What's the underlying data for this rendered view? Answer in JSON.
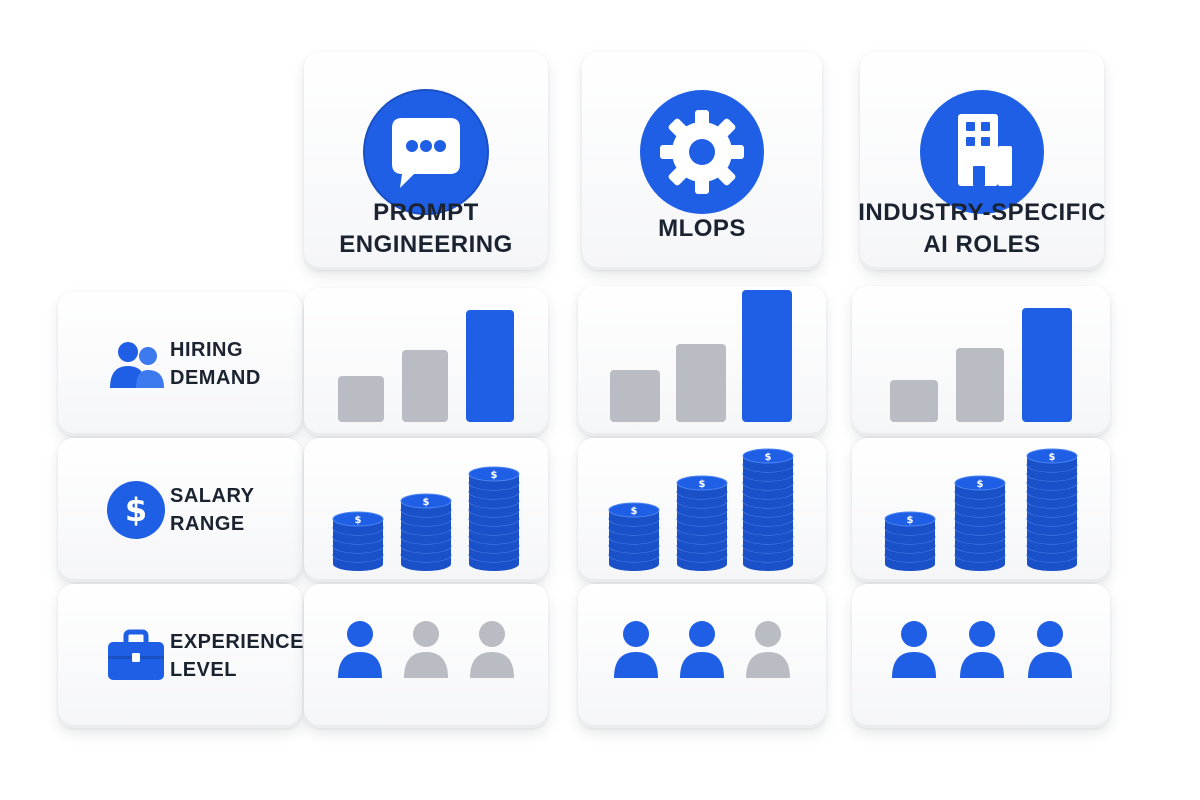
{
  "columns": [
    {
      "id": "prompt-engineering",
      "title_line1": "PROMPT",
      "title_line2": "ENGINEERING",
      "icon": "chat-bubble-icon",
      "hiring_demand_level": 3,
      "salary_range_level": 1,
      "experience_level": 1
    },
    {
      "id": "mlops",
      "title_line1": "MLOPS",
      "title_line2": "",
      "icon": "gear-icon",
      "hiring_demand_level": 3,
      "salary_range_level": 3,
      "experience_level": 2
    },
    {
      "id": "industry-specific-ai-roles",
      "title_line1": "INDUSTRY-SPECIFIC",
      "title_line2": "AI ROLES",
      "icon": "building-icon",
      "hiring_demand_level": 3,
      "salary_range_level": 3,
      "experience_level": 3
    }
  ],
  "rows": [
    {
      "id": "hiring-demand",
      "label_line1": "HIRING",
      "label_line2": "DEMAND",
      "icon": "people-icon"
    },
    {
      "id": "salary-range",
      "label_line1": "SALARY",
      "label_line2": "RANGE",
      "icon": "dollar-icon"
    },
    {
      "id": "experience-level",
      "label_line1": "EXPERIENCE",
      "label_line2": "LEVEL",
      "icon": "briefcase-icon"
    }
  ],
  "colors": {
    "accent": "#1f5fe6",
    "muted": "#b9bcc2",
    "text": "#1b2331"
  }
}
